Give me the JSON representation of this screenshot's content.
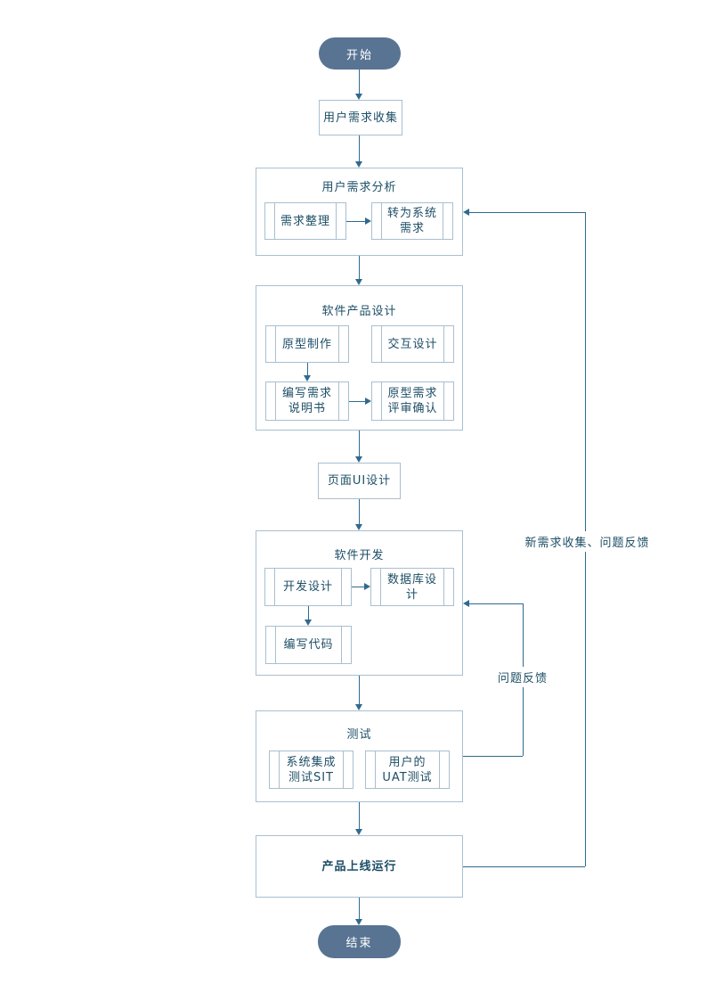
{
  "colors": {
    "line": "#2f6a8e",
    "border": "#a9bfcf",
    "text": "#1c4e66",
    "pill_fill": "#587492",
    "pill_text": "#ffffff",
    "bg": "#ffffff"
  },
  "nodes": {
    "start": "开始",
    "collect": "用户需求收集",
    "analysis": {
      "title": "用户需求分析",
      "sort": "需求整理",
      "to_system": "转为系统\n需求"
    },
    "product_design": {
      "title": "软件产品设计",
      "prototype": "原型制作",
      "interaction": "交互设计",
      "spec": "编写需求\n说明书",
      "review": "原型需求\n评审确认"
    },
    "ui_design": "页面UI设计",
    "dev": {
      "title": "软件开发",
      "dev_design": "开发设计",
      "db_design": "数据库设\n计",
      "coding": "编写代码"
    },
    "test": {
      "title": "测试",
      "sit": "系统集成\n测试SIT",
      "uat": "用户的\nUAT测试"
    },
    "launch": "产品上线运行",
    "end": "结束"
  },
  "edge_labels": {
    "big_loop": "新需求收集、问题反馈",
    "small_loop": "问题反馈"
  }
}
